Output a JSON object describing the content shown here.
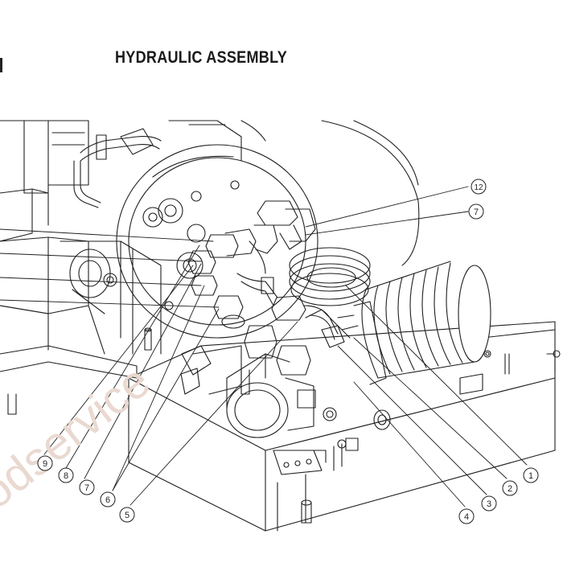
{
  "title": "HYDRAULIC ASSEMBLY",
  "callouts": [
    {
      "label": "12"
    },
    {
      "label": "7"
    },
    {
      "label": "1"
    },
    {
      "label": "2"
    },
    {
      "label": "3"
    },
    {
      "label": "4"
    },
    {
      "label": "5"
    },
    {
      "label": "6"
    },
    {
      "label": "7"
    },
    {
      "label": "8"
    },
    {
      "label": "9"
    }
  ],
  "watermark": "odservice",
  "colors": {
    "line": "#1f1f1f",
    "bg": "#ffffff",
    "watermark": "#e9d9d0"
  }
}
